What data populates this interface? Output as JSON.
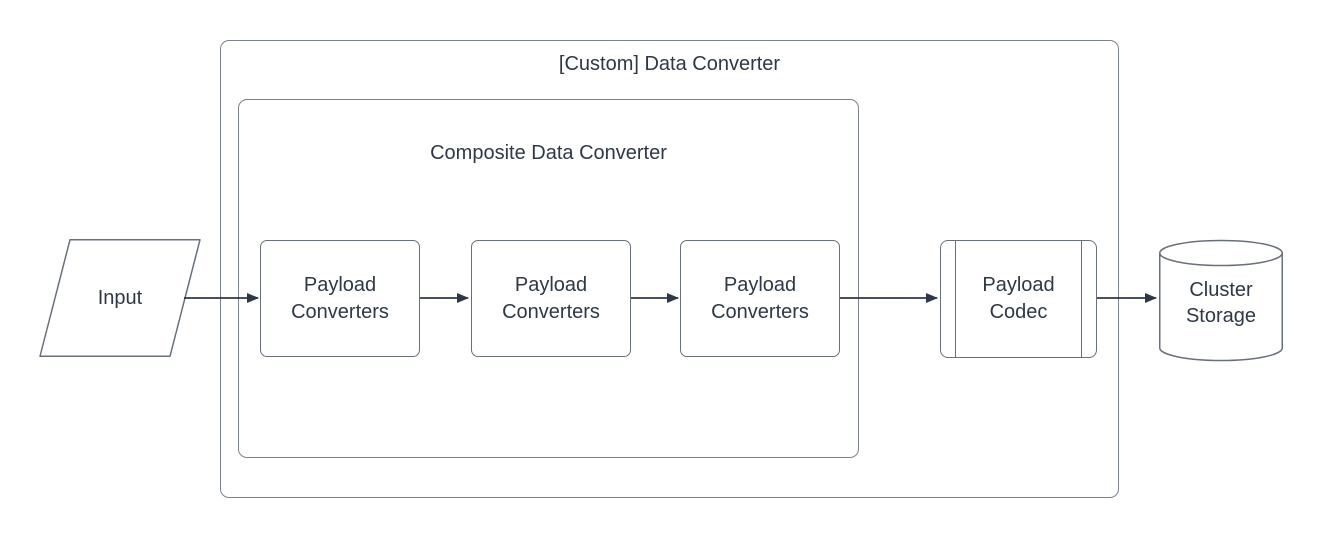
{
  "colors": {
    "background": "#ffffff",
    "text": "#2d3848",
    "arrow": "#2d3848",
    "shape-stroke": "#68707e",
    "container-stroke": "#7b8290"
  },
  "diagram": {
    "outer_container": {
      "label": "[Custom] Data Converter",
      "shape": "rounded-rectangle-group"
    },
    "inner_container": {
      "label": "Composite Data Converter",
      "shape": "rounded-rectangle-group"
    },
    "nodes": {
      "input": {
        "label": "Input",
        "shape": "parallelogram"
      },
      "payload_converter_1": {
        "label": "Payload Converters",
        "shape": "rounded-rectangle"
      },
      "payload_converter_2": {
        "label": "Payload Converters",
        "shape": "rounded-rectangle"
      },
      "payload_converter_3": {
        "label": "Payload Converters",
        "shape": "rounded-rectangle"
      },
      "payload_codec": {
        "label": "Payload Codec",
        "shape": "predefined-process"
      },
      "cluster_storage": {
        "label": "Cluster Storage",
        "shape": "cylinder-database"
      }
    },
    "edges": [
      {
        "from": "input",
        "to": "payload_converter_1",
        "style": "solid-arrow"
      },
      {
        "from": "payload_converter_1",
        "to": "payload_converter_2",
        "style": "solid-arrow"
      },
      {
        "from": "payload_converter_2",
        "to": "payload_converter_3",
        "style": "solid-arrow"
      },
      {
        "from": "payload_converter_3",
        "to": "payload_codec",
        "style": "solid-arrow"
      },
      {
        "from": "payload_codec",
        "to": "cluster_storage",
        "style": "solid-arrow"
      }
    ]
  }
}
